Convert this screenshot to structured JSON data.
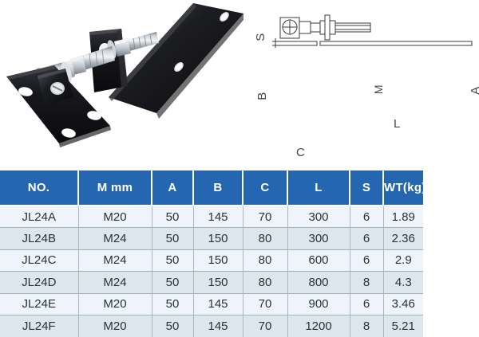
{
  "product_photo": {
    "alt_name": "adjustable-gate-hinge-photo",
    "description": "Black powder-coated adjustable gate hinge with zinc-plated threaded bolt",
    "colors": {
      "plate": "#151515",
      "plate_highlight": "#3a3a3a",
      "bolt_zinc": "#b9bec4",
      "bolt_zinc_light": "#e3e6e9",
      "bolt_zinc_dark": "#7d848c",
      "background": "#ffffff"
    }
  },
  "drawing": {
    "alt_name": "technical-dimension-drawing",
    "labels": {
      "s": "S",
      "b": "B",
      "c": "C",
      "l": "L",
      "a": "A",
      "m": "M"
    },
    "line_color": "#3b3b3b"
  },
  "table": {
    "headers": [
      "NO.",
      "M mm",
      "A",
      "B",
      "C",
      "L",
      "S",
      "WT(kg)"
    ],
    "header_bg": "#2467b0",
    "header_fg": "#ffffff",
    "row_bg_odd": "#eef4f9",
    "row_bg_even": "#dde6ed",
    "rows": [
      {
        "no": "JL24A",
        "m": "M20",
        "a": "50",
        "b": "145",
        "c": "70",
        "l": "300",
        "s": "6",
        "wt": "1.89"
      },
      {
        "no": "JL24B",
        "m": "M24",
        "a": "50",
        "b": "150",
        "c": "80",
        "l": "300",
        "s": "6",
        "wt": "2.36"
      },
      {
        "no": "JL24C",
        "m": "M24",
        "a": "50",
        "b": "150",
        "c": "80",
        "l": "600",
        "s": "6",
        "wt": "2.9"
      },
      {
        "no": "JL24D",
        "m": "M24",
        "a": "50",
        "b": "150",
        "c": "80",
        "l": "800",
        "s": "8",
        "wt": "4.3"
      },
      {
        "no": "JL24E",
        "m": "M20",
        "a": "50",
        "b": "145",
        "c": "70",
        "l": "900",
        "s": "6",
        "wt": "3.46"
      },
      {
        "no": "JL24F",
        "m": "M20",
        "a": "50",
        "b": "145",
        "c": "70",
        "l": "1200",
        "s": "8",
        "wt": "5.21"
      }
    ]
  }
}
